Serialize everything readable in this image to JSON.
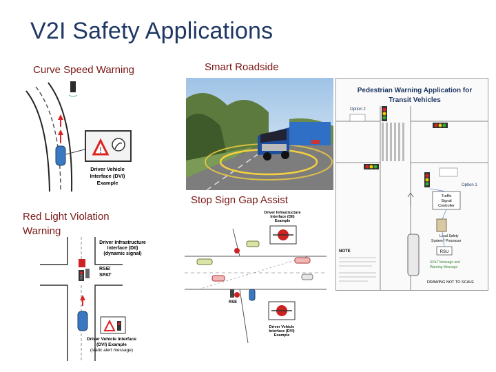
{
  "slide": {
    "title": "V2I Safety Applications"
  },
  "sections": {
    "curve_speed": {
      "label": "Curve Speed Warning",
      "dvi_caption": [
        "Driver Vehicle",
        "Interface (DVI)",
        "Example"
      ]
    },
    "smart_roadside": {
      "label": "Smart Roadside"
    },
    "stop_sign_gap": {
      "label": "Stop Sign Gap Assist",
      "dii_caption": [
        "Driver Infrastructure",
        "Interface (DII)",
        "Example"
      ],
      "rse_label": "RSE",
      "dvi_caption": [
        "Driver Vehicle",
        "Interface (DVI)",
        "Example"
      ]
    },
    "red_light": {
      "label_line1": "Red Light Violation",
      "label_line2": "Warning",
      "dii_caption": [
        "Driver Infrastructure",
        "Interface (DII)",
        "(dynamic signal)"
      ],
      "rse_label": [
        "RSE/",
        "SPAT"
      ],
      "dvi_caption": [
        "Driver Vehicle Interface",
        "(DVI) Example",
        "(static alert message)"
      ]
    },
    "pedestrian": {
      "title_line1": "Pedestrian Warning Application for",
      "title_line2": "Transit Vehicles",
      "option2": "Option 2",
      "option1": "Option 1",
      "traffic_signal": [
        "Traffic",
        "Signal",
        "Controller"
      ],
      "local_safety": [
        "Local Safety",
        "System / Processor"
      ],
      "rsu": "RSU",
      "spat": [
        "SPaT Message and",
        "Warning Message"
      ],
      "notes": "NOTE",
      "footer": "DRAWING NOT TO SCALE"
    }
  }
}
